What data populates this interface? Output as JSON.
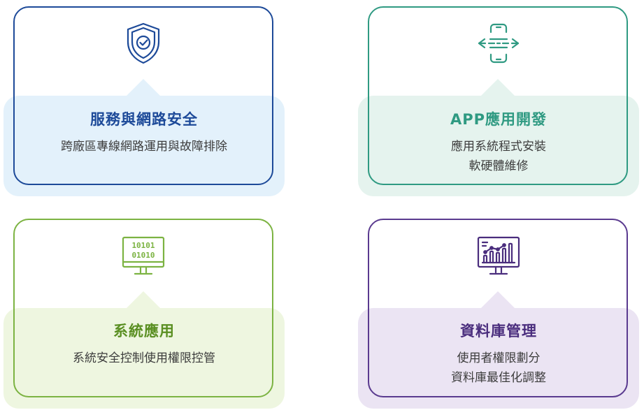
{
  "colors": {
    "blue": "#1d4a99",
    "teal": "#2f9a82",
    "green": "#7cb342",
    "purple": "#5a3a8f"
  },
  "cards": [
    {
      "icon": "shield-check-icon",
      "title": "服務與網路安全",
      "lines": [
        "跨廠區專線網路運用與故障排除"
      ]
    },
    {
      "icon": "mobile-app-exchange-icon",
      "title": "APP應用開發",
      "lines": [
        "應用系統程式安裝",
        "軟硬體維修"
      ]
    },
    {
      "icon": "binary-monitor-icon",
      "title": "系統應用",
      "lines": [
        "系統安全控制使用權限控管"
      ]
    },
    {
      "icon": "analytics-monitor-icon",
      "title": "資料庫管理",
      "lines": [
        "使用者權限劃分",
        "資料庫最佳化調整"
      ]
    }
  ]
}
